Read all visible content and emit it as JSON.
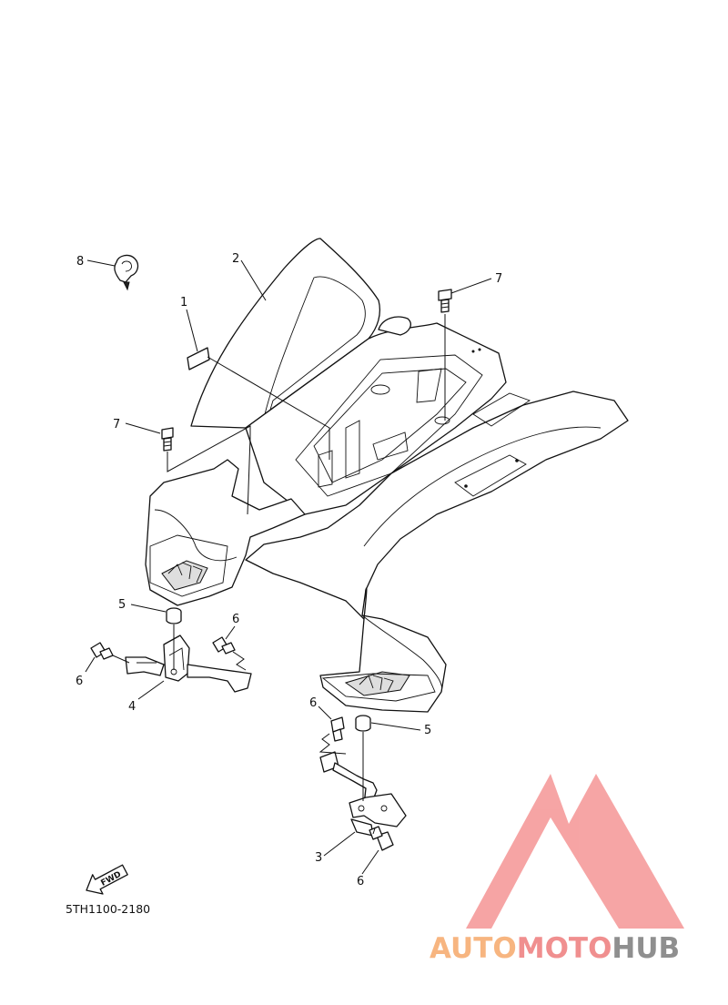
{
  "diagram": {
    "code": "5TH1100-2180",
    "fwd_label": "FWD",
    "callouts": [
      {
        "id": "c1",
        "text": "1"
      },
      {
        "id": "c2",
        "text": "2"
      },
      {
        "id": "c3",
        "text": "3"
      },
      {
        "id": "c4",
        "text": "4"
      },
      {
        "id": "c5a",
        "text": "5"
      },
      {
        "id": "c5b",
        "text": "5"
      },
      {
        "id": "c6a",
        "text": "6"
      },
      {
        "id": "c6b",
        "text": "6"
      },
      {
        "id": "c6c",
        "text": "6"
      },
      {
        "id": "c6d",
        "text": "6"
      },
      {
        "id": "c7a",
        "text": "7"
      },
      {
        "id": "c7b",
        "text": "7"
      },
      {
        "id": "c8",
        "text": "8"
      }
    ]
  },
  "watermark": {
    "word_part1": "AUTO",
    "word_part2": "MOTO",
    "word_part3": "HUB",
    "logo_color": "#f6a0a0",
    "auto_color": "#f7b27a",
    "moto_color": "#f08a8a",
    "hub_color": "#8a8a8a"
  }
}
